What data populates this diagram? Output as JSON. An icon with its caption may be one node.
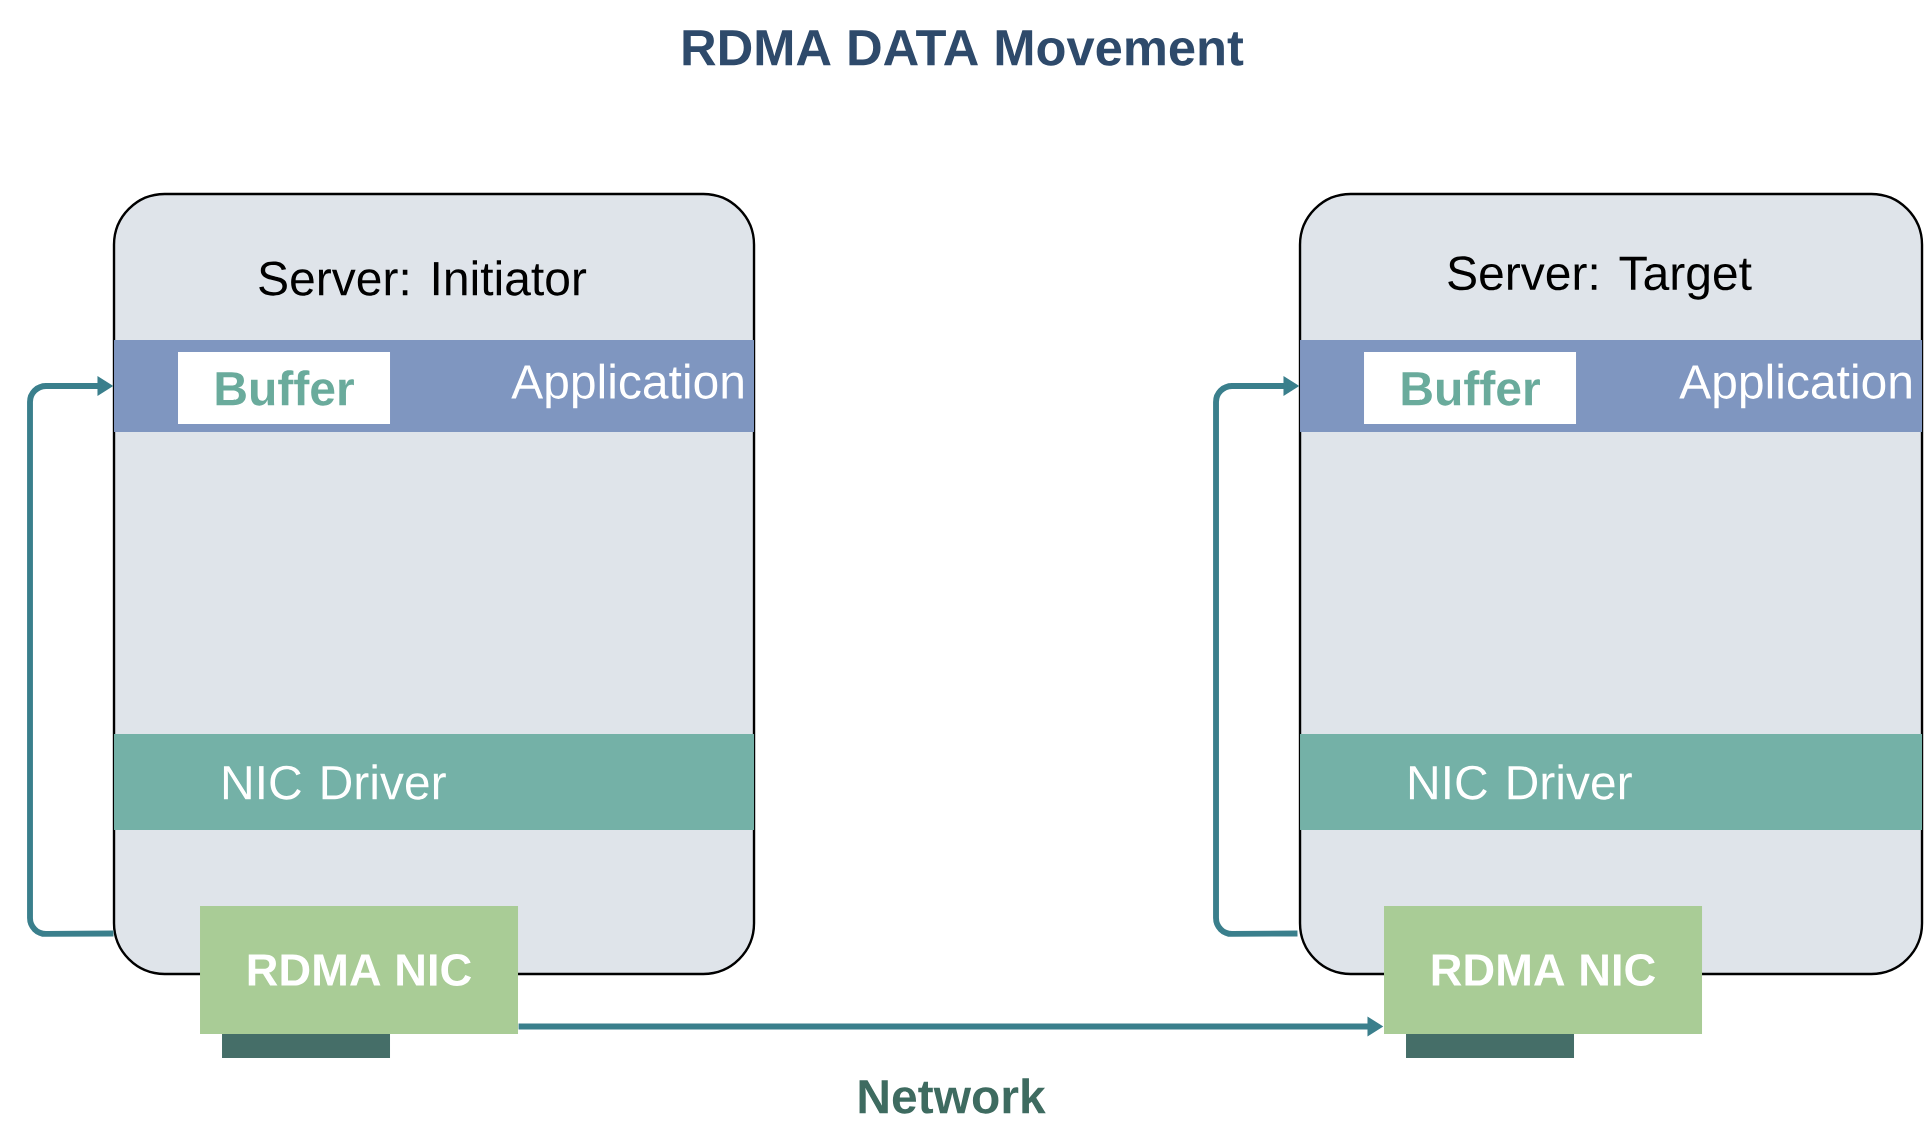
{
  "diagram": {
    "title": "RDMA DATA Movement",
    "nodes": [
      {
        "text": [
          "Server: Initiator"
        ]
      },
      {
        "text": [
          "Application"
        ],
        "in": 0
      },
      {
        "text": [
          "Buffer"
        ],
        "in": 1
      },
      {
        "text": [
          "NIC Driver"
        ],
        "in": 0
      },
      {
        "text": [
          "RDMA NIC"
        ]
      },
      {
        "text": [
          "Server: Target"
        ]
      },
      {
        "text": [
          "Application"
        ],
        "in": 5
      },
      {
        "text": [
          "Buffer"
        ],
        "in": 6
      },
      {
        "text": [
          "NIC Driver"
        ],
        "in": 5
      },
      {
        "text": [
          "RDMA NIC"
        ]
      }
    ],
    "edges": [
      {
        "from": 4,
        "to": 1,
        "arrow": "to"
      },
      {
        "from": 4,
        "to": 9,
        "arrow": "to",
        "label": "Network"
      },
      {
        "from": 9,
        "to": 6,
        "arrow": "to"
      }
    ]
  }
}
